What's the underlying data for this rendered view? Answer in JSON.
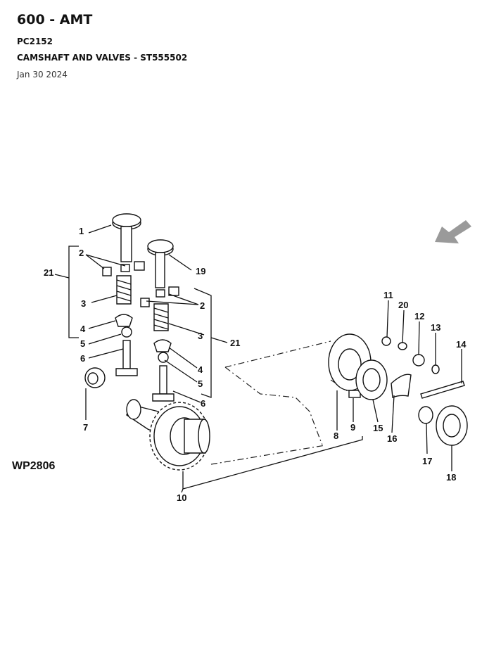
{
  "header": {
    "model": "600 - AMT",
    "page_code": "PC2152",
    "section_title": "CAMSHAFT AND VALVES - ST555502",
    "date": "Jan 30 2024"
  },
  "diagram": {
    "figure_id": "WP2806",
    "callouts": [
      "1",
      "2",
      "21",
      "3",
      "4",
      "5",
      "6",
      "19",
      "2",
      "3",
      "21",
      "4",
      "5",
      "6",
      "7",
      "10",
      "8",
      "9",
      "15",
      "16",
      "11",
      "20",
      "12",
      "13",
      "14",
      "17",
      "18"
    ],
    "arrow_color": "#9a9a9a"
  }
}
